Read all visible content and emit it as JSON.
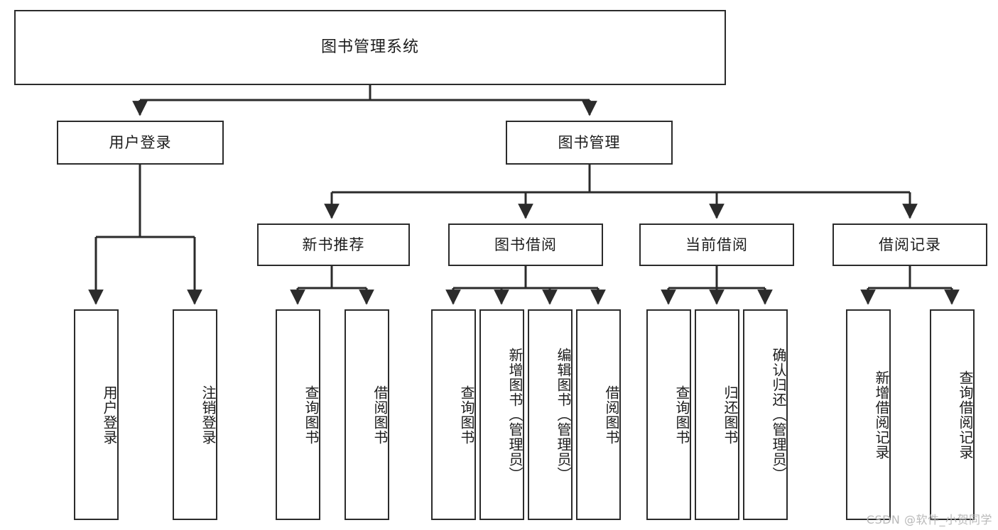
{
  "diagram": {
    "title": "图书管理系统",
    "type": "tree",
    "watermark": "CSDN @软件_小贺同学",
    "style": {
      "box_fill": "#ffffff",
      "box_stroke": "#2b2b2b",
      "edge_color": "#2b2b2b",
      "text_color": "#1c1c1c",
      "background": "#ffffff",
      "watermark_color": "#b9b9b9"
    },
    "levels": {
      "root": "图书管理系统",
      "level2": [
        "用户登录",
        "图书管理"
      ],
      "level3": [
        "新书推荐",
        "图书借阅",
        "当前借阅",
        "借阅记录"
      ]
    },
    "nodes": {
      "root": {
        "label": "图书管理系统"
      },
      "user_login": {
        "label": "用户登录"
      },
      "book_manage": {
        "label": "图书管理"
      },
      "new_book_rec": {
        "label": "新书推荐"
      },
      "book_borrow": {
        "label": "图书借阅"
      },
      "current_borrow": {
        "label": "当前借阅"
      },
      "borrow_record": {
        "label": "借阅记录"
      },
      "leaf_user_login": {
        "label": "用户登录"
      },
      "leaf_user_logout": {
        "label": "注销登录"
      },
      "leaf_nbr_query": {
        "label": "查询图书"
      },
      "leaf_nbr_borrow": {
        "label": "借阅图书"
      },
      "leaf_bb_query": {
        "label": "查询图书"
      },
      "leaf_bb_add": {
        "label": "新增图书（管理员）"
      },
      "leaf_bb_edit": {
        "label": "编辑图书（管理员）"
      },
      "leaf_bb_borrow": {
        "label": "借阅图书"
      },
      "leaf_cb_query": {
        "label": "查询图书"
      },
      "leaf_cb_return": {
        "label": "归还图书"
      },
      "leaf_cb_confirm": {
        "label": "确认归还（管理员）"
      },
      "leaf_br_add": {
        "label": "新增借阅记录"
      },
      "leaf_br_query": {
        "label": "查询借阅记录"
      }
    },
    "edges": [
      {
        "from": "root",
        "to": "user_login"
      },
      {
        "from": "root",
        "to": "book_manage"
      },
      {
        "from": "user_login",
        "to": "leaf_user_login"
      },
      {
        "from": "user_login",
        "to": "leaf_user_logout"
      },
      {
        "from": "book_manage",
        "to": "new_book_rec"
      },
      {
        "from": "book_manage",
        "to": "book_borrow"
      },
      {
        "from": "book_manage",
        "to": "current_borrow"
      },
      {
        "from": "book_manage",
        "to": "borrow_record"
      },
      {
        "from": "new_book_rec",
        "to": "leaf_nbr_query"
      },
      {
        "from": "new_book_rec",
        "to": "leaf_nbr_borrow"
      },
      {
        "from": "book_borrow",
        "to": "leaf_bb_query"
      },
      {
        "from": "book_borrow",
        "to": "leaf_bb_add"
      },
      {
        "from": "book_borrow",
        "to": "leaf_bb_edit"
      },
      {
        "from": "book_borrow",
        "to": "leaf_bb_borrow"
      },
      {
        "from": "current_borrow",
        "to": "leaf_cb_query"
      },
      {
        "from": "current_borrow",
        "to": "leaf_cb_return"
      },
      {
        "from": "current_borrow",
        "to": "leaf_cb_confirm"
      },
      {
        "from": "borrow_record",
        "to": "leaf_br_add"
      },
      {
        "from": "borrow_record",
        "to": "leaf_br_query"
      }
    ]
  }
}
